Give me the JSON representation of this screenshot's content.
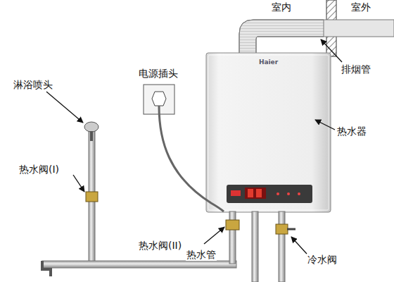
{
  "diagram": {
    "nodes": [
      {
        "text": [
          "Haier"
        ]
      }
    ],
    "labels": [
      "室内",
      "室外",
      "排烟管",
      "电源插头",
      "淋浴喷头",
      "热水器",
      "热水阀(I)",
      "热水阀(II)",
      "热水管",
      "冷水阀"
    ]
  }
}
